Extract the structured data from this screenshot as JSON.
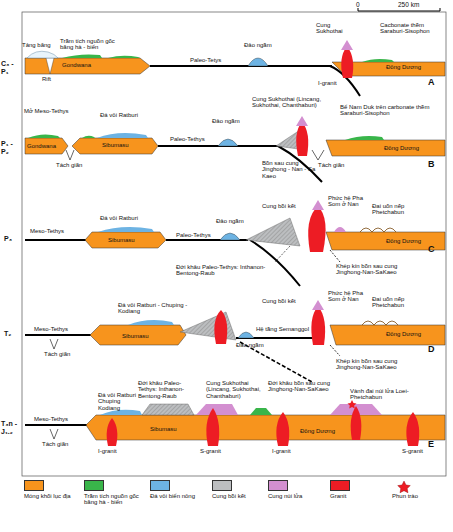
{
  "diagram": {
    "labels": [
      "0",
      "250 km",
      "C₃ - P₁",
      "Tảng băng",
      "Trầm tích nguồn gốc băng hà - biển",
      "Gondwana",
      "Rift",
      "Paleo-Tetys",
      "Đảo ngầm",
      "Cung Sukhothai",
      "Cacbonate thềm Saraburi-Sisophon",
      "I-granit",
      "Đông Dương",
      "A",
      "P₁ - P₂",
      "Mở Meso-Tethys",
      "Đá vôi Ratburi",
      "Gondwana",
      "Sibumasu",
      "Tách giãn",
      "Paleo-Tethys",
      "Đảo ngầm",
      "Cung Sukhothai (Lincang, Sukhothai, Chanthaburi)",
      "Bồn sau cung Jinghong - Nan - Sa Kaeo",
      "Bể Nam Duk trên carbonate thềm Saraburi-Sisophon",
      "Đông Dương",
      "Tách giãn",
      "B",
      "P₃",
      "Meso-Tethys",
      "Đá vôi Ratburi",
      "Sibumasu",
      "Đảo ngầm",
      "Paleo-Tethys",
      "Cung bồi kết",
      "Phức hệ Pha Som ở Nan",
      "Đai uốn nếp Phetchabun",
      "Đới khâu Paleo-Tethys: Inthanon-Bentong-Raub",
      "Khép kín bồn sau cung Jinghong-Nan-SaKaeo",
      "Đông Dương",
      "C",
      "T₂",
      "Đá vôi Ratburi - Chuping - Kodiang",
      "Cung bồi kết",
      "Phức hệ Pha Som ở Nan",
      "Đai uốn nếp Phetchabun",
      "Meso-Tethys",
      "Tách giãn",
      "Sibumasu",
      "Đảo ngầm",
      "Hệ tầng Semanggol",
      "Khép kín bồn sau cung Jinghong-Nan-SaKaeo",
      "Đông Dương",
      "D",
      "T₃n - J₁.₂",
      "Đới khâu Paleo-Tethys: Inthanon-Bentong-Raub",
      "Cung Sukhothai (Lincang, Sukhothai, Chanthaburi)",
      "Đới khâu bồn sau cung Jinghong-Nan-SaKaeo",
      "Đá vôi Ratburi Chuping Kodiang",
      "Vành đai núi lửa Loei-Phetchabun",
      "Meso-Tethys",
      "Tách giãn",
      "Sibumasu",
      "I-granit",
      "S-granit",
      "I-granit",
      "S-granit",
      "Đông Dương",
      "E"
    ],
    "legend": [
      {
        "text": "Móng khối lục địa",
        "color": "#f7941d"
      },
      {
        "text": "Trầm tích nguồn gốc băng hà - biển",
        "color": "#39b54a"
      },
      {
        "text": "Đá vôi biển nông",
        "color": "#6db3e3"
      },
      {
        "text": "Cung bồi kết",
        "color": "#bcbec0"
      },
      {
        "text": "Cung núi lửa",
        "color": "#d38fd0"
      },
      {
        "text": "Granit",
        "color": "#ed1c24"
      },
      {
        "text": "Phun trào"
      }
    ]
  }
}
